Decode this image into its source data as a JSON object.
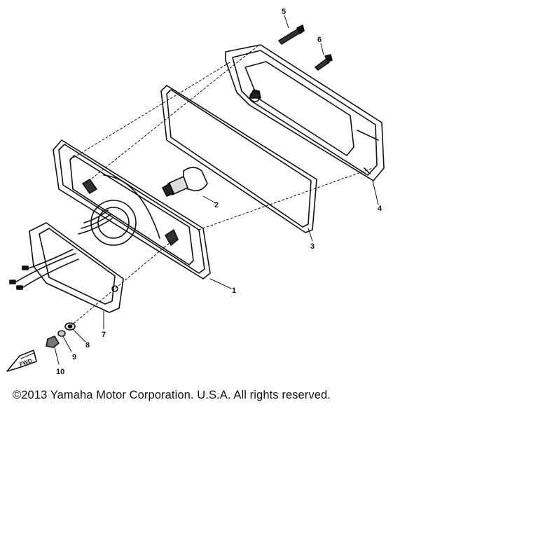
{
  "diagram": {
    "callouts": [
      {
        "id": "1",
        "label": "1"
      },
      {
        "id": "2",
        "label": "2"
      },
      {
        "id": "3",
        "label": "3"
      },
      {
        "id": "4",
        "label": "4"
      },
      {
        "id": "5",
        "label": "5"
      },
      {
        "id": "6",
        "label": "6"
      },
      {
        "id": "7",
        "label": "7"
      },
      {
        "id": "8",
        "label": "8"
      },
      {
        "id": "9",
        "label": "9"
      },
      {
        "id": "10",
        "label": "10"
      }
    ],
    "fwd_label": "FWD",
    "icon": "fwd-arrow-icon"
  },
  "copyright": "©2013 Yamaha Motor Corporation. U.S.A. All rights reserved."
}
